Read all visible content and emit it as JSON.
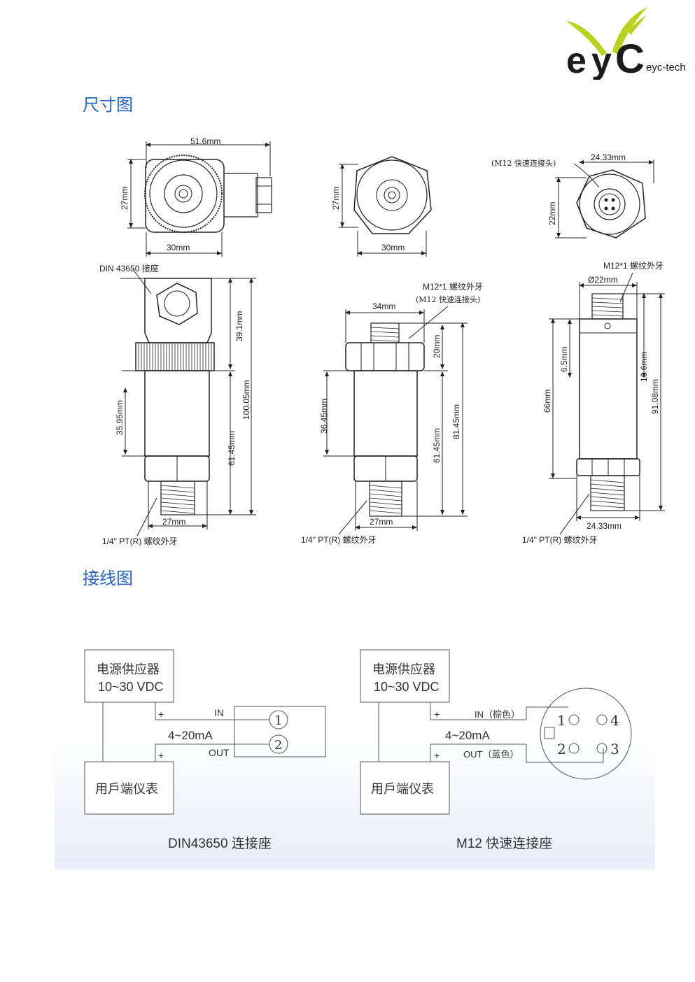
{
  "brand": {
    "logo_text": "eyc-tech",
    "colors": {
      "leaf": "#b9d21b",
      "letters": "#1b1b1b"
    }
  },
  "sections": {
    "dimensions_title": "尺寸图",
    "wiring_title": "接线图"
  },
  "accent_color": "#2a63c6",
  "dims": {
    "din": {
      "width_top": "51.6mm",
      "height_top": "27mm",
      "width_bottom_top": "30mm",
      "connector_label": "DIN 43650 接座",
      "h_39": "39.1mm",
      "h_100": "100.05mm",
      "h_3595": "35.95mm",
      "h_6145": "61.45mm",
      "w_27": "27mm",
      "thread_label": "1/4\" PT(R) 螺纹外牙"
    },
    "mid": {
      "height_top": "27mm",
      "width_top": "30mm",
      "m12_label_1": "M12*1 螺纹外牙",
      "m12_label_2": "(M12 快速连接头)",
      "w_34": "34mm",
      "h_20": "20mm",
      "h_3645": "36.45mm",
      "h_6145": "61.45mm",
      "h_8145": "81.45mm",
      "w_27": "27mm",
      "thread_label": "1/4\" PT(R) 螺纹外牙"
    },
    "right": {
      "m12_note": "(M12 快速连接头)",
      "w_2433_top": "24.33mm",
      "h_22": "22mm",
      "m12_label": "M12*1 螺纹外牙",
      "d_22": "Ø22mm",
      "h_65": "6.5mm",
      "h_66": "66mm",
      "h_166": "16.6mm",
      "h_9108": "91.08mm",
      "w_2433_bottom": "24.33mm",
      "thread_label": "1/4\" PT(R) 螺纹外牙"
    }
  },
  "wiring": {
    "left": {
      "power_line1": "电源供应器",
      "power_line2": "10~30 VDC",
      "plus1": "+",
      "plus2": "+",
      "in_label": "IN",
      "out_label": "OUT",
      "current": "4~20mA",
      "pin1": "1",
      "pin2": "2",
      "meter": "用戶端仪表",
      "caption": "DIN43650 连接座"
    },
    "right": {
      "power_line1": "电源供应器",
      "power_line2": "10~30 VDC",
      "plus1": "+",
      "plus2": "+",
      "in_label": "IN（棕色）",
      "out_label": "OUT（蓝色）",
      "current": "4~20mA",
      "pin1": "1",
      "pin2": "2",
      "pin3": "3",
      "pin4": "4",
      "meter": "用戶端仪表",
      "caption": "M12 快速连接座"
    }
  }
}
